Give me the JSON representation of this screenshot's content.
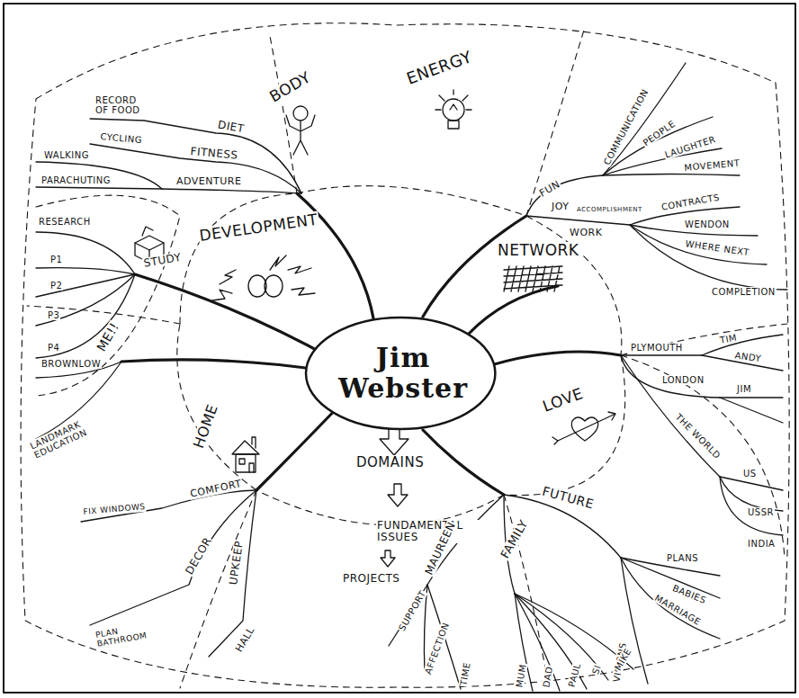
{
  "diagram": {
    "nodes": [
      {
        "text": [
          "Jim Webster"
        ]
      }
    ],
    "labels": [
      "RECORD OF FOOD",
      "DIET",
      "CYCLING",
      "FITNESS",
      "WALKING",
      "PARACHUTING",
      "ADVENTURE",
      "BODY",
      "ENERGY",
      "FUN",
      "COMMUNICATION",
      "PEOPLE",
      "LAUGHTER",
      "MOVEMENT",
      "JOY",
      "ACCOMPLISHMENT",
      "WORK",
      "CONTRACTS",
      "WENDON",
      "WHERE NEXT",
      "COMPLETION",
      "NETWORK",
      "PLYMOUTH",
      "TIM",
      "ANDY",
      "LONDON",
      "JIM",
      "THE WORLD",
      "US",
      "USSR",
      "INDIA",
      "LOVE",
      "FUTURE",
      "PLANS",
      "BABIES",
      "MARRIAGE",
      "VISIONS",
      "RESEARCH",
      "P1",
      "P2",
      "P3",
      "P4",
      "STUDY",
      "DEVELOPMENT",
      "ME!!",
      "BROWNLOW",
      "LANDMARK EDUCATION",
      "HOME",
      "COMFORT",
      "FIX WINDOWS",
      "DECOR",
      "UPKEEP",
      "PLAN BATHROOM",
      "HALL",
      "DOMAINS",
      "FUNDAMENTAL ISSUES",
      "PROJECTS",
      "MAUREEN",
      "FAMILY",
      "SUPPORT",
      "AFFECTION",
      "TIME",
      "MUM",
      "DAD",
      "PAUL",
      "SI",
      "MIKE"
    ]
  }
}
